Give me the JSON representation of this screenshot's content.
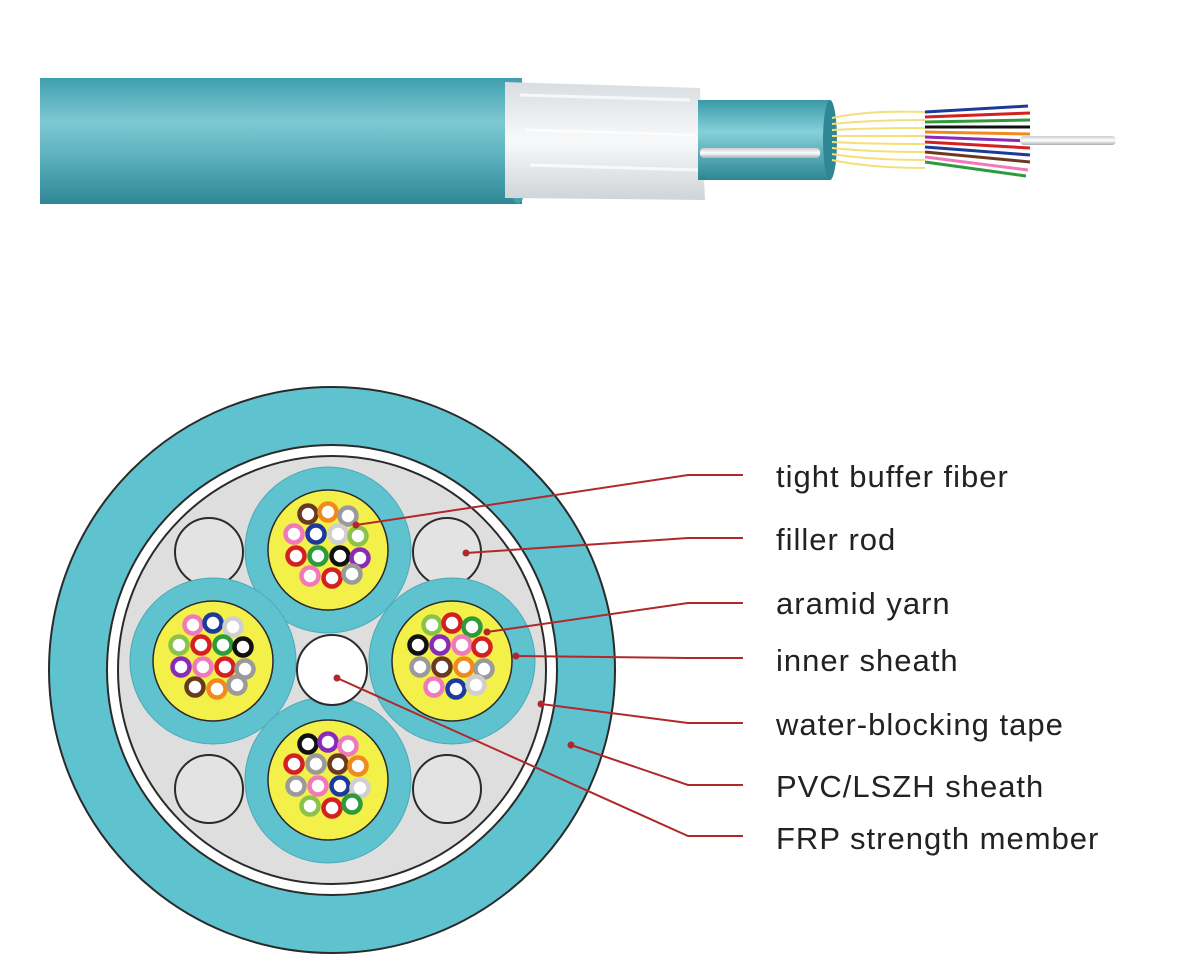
{
  "colors": {
    "sheath": "#5fc2cf",
    "sheath_dark": "#2f8f9e",
    "inner_fill": "#dedede",
    "aramid_yarn": "#f4f04a",
    "leader_line": "#b0282a",
    "water_blocking_tape": "#ffffff"
  },
  "labels": [
    {
      "id": "tight-buffer-fiber",
      "text": "tight buffer fiber"
    },
    {
      "id": "filler-rod",
      "text": "filler rod"
    },
    {
      "id": "aramid-yarn",
      "text": "aramid yarn"
    },
    {
      "id": "inner-sheath",
      "text": "inner sheath"
    },
    {
      "id": "water-blocking-tape",
      "text": "water-blocking tape"
    },
    {
      "id": "pvc-lszh-sheath",
      "text": "PVC/LSZH sheath"
    },
    {
      "id": "frp-strength-member",
      "text": "FRP strength member"
    }
  ],
  "fiber_colors": [
    "#1b3a9c",
    "#f08a1c",
    "#2e9a3a",
    "#6b3a1e",
    "#9a9a9a",
    "#ffffff",
    "#d42020",
    "#111111",
    "#f2e12a",
    "#8a2bb8",
    "#f07ab8",
    "#5fc2cf"
  ]
}
